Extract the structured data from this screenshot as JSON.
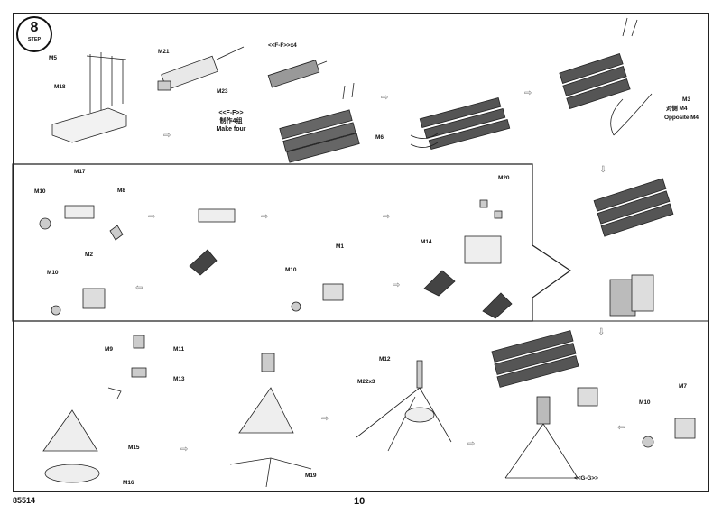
{
  "step": {
    "number": "8",
    "word": "STEP"
  },
  "labels": {
    "m5": "M5",
    "m18": "M18",
    "m21": "M21",
    "m23": "M23",
    "ff_x4": "<<F-F>>x4",
    "m3": "M3",
    "m3_cn": "对侧 M4",
    "m3_en": "Opposite M4",
    "m6": "M6",
    "m17": "M17",
    "m10_a": "M10",
    "m8": "M8",
    "m10_b": "M10",
    "m2": "M2",
    "m10_c": "M10",
    "m1": "M1",
    "m20": "M20",
    "m14": "M14",
    "m9": "M9",
    "m11": "M11",
    "m13": "M13",
    "m15": "M15",
    "m16": "M16",
    "m19": "M19",
    "m12": "M12",
    "m22x3": "M22x3",
    "m10_d": "M10",
    "m7": "M7",
    "gg": "<<G-G>>"
  },
  "notes": {
    "ff_title": "<<F-F>>",
    "ff_cn": "制作4组",
    "ff_en": "Make four"
  },
  "footer": {
    "code": "85514",
    "page": "10"
  },
  "arrow_glyph": "⇨",
  "arrow_down_glyph": "⇩",
  "arrow_left_glyph": "⇦"
}
